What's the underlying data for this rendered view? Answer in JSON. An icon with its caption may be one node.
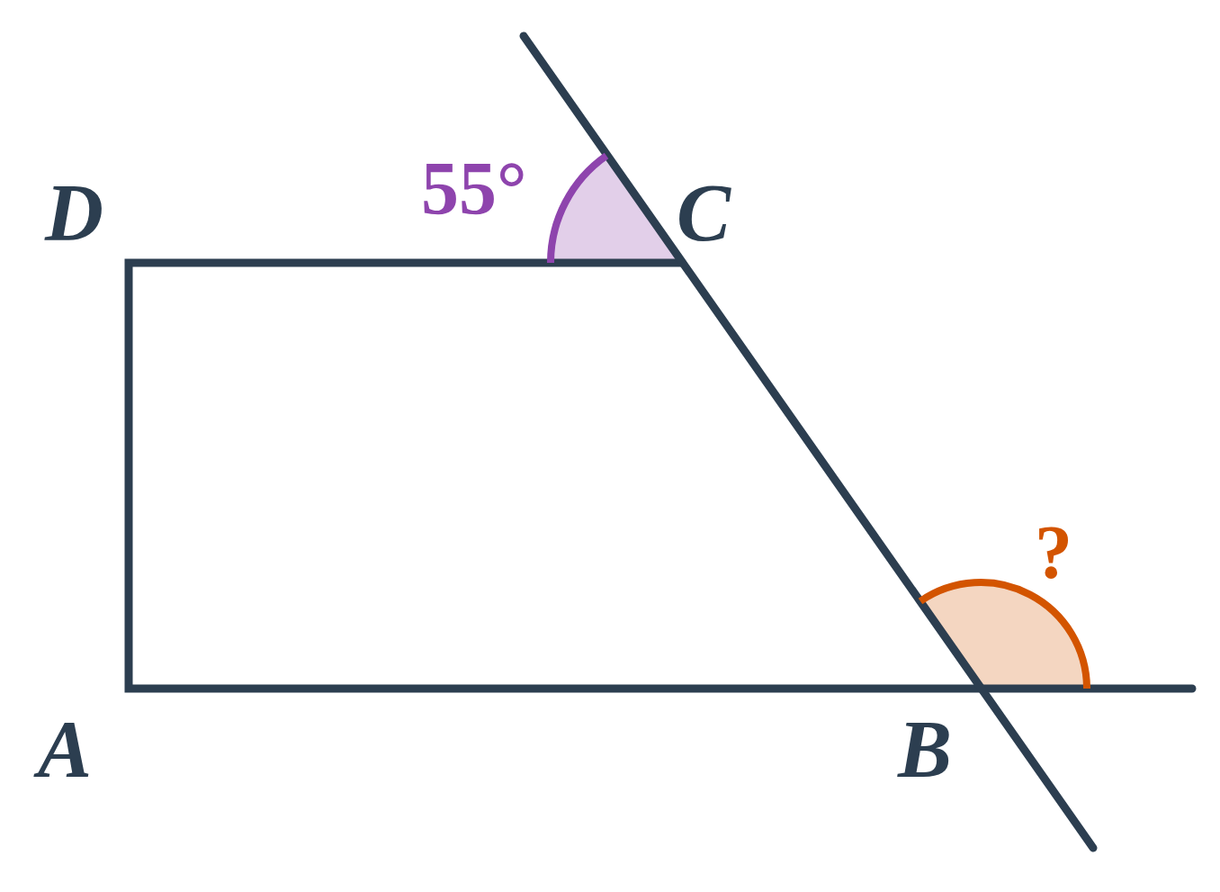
{
  "diagram": {
    "labels": [
      "55°",
      "D",
      "C",
      "?",
      "A",
      "B"
    ]
  }
}
